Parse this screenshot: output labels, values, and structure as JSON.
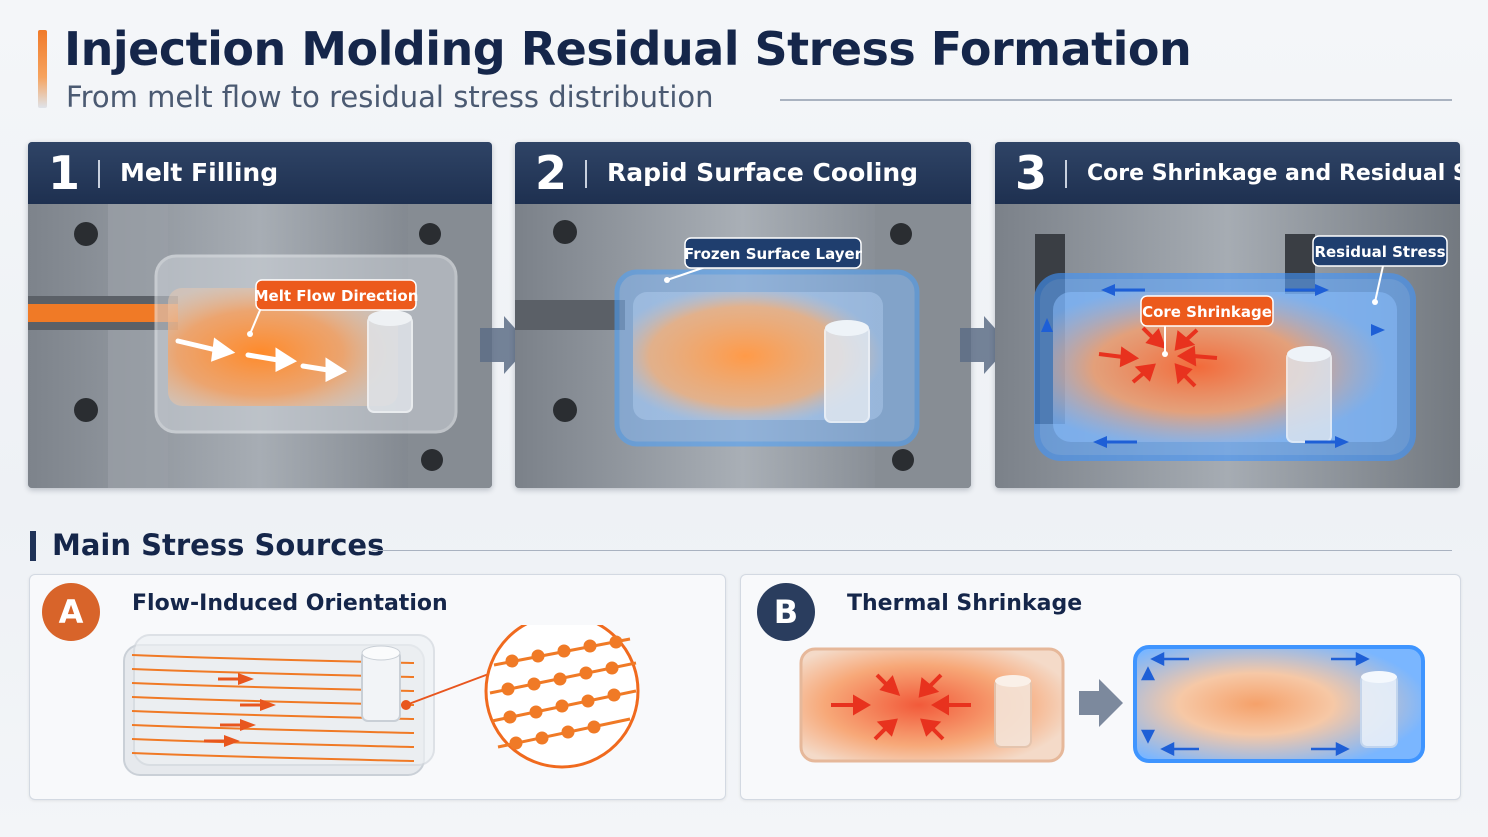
{
  "header": {
    "title": "Injection Molding Residual Stress Formation",
    "subtitle": "From melt flow to residual stress distribution"
  },
  "steps": [
    {
      "number": "1",
      "label": "Melt Filling",
      "callout": "Melt Flow Direction"
    },
    {
      "number": "2",
      "label": "Rapid Surface Cooling",
      "callout": "Frozen Surface Layer"
    },
    {
      "number": "3",
      "label": "Core Shrinkage and Residual Stress",
      "callouts": [
        "Residual Stress",
        "Core Shrinkage"
      ]
    }
  ],
  "section": {
    "title": "Main Stress Sources"
  },
  "sources": [
    {
      "badge": "A",
      "label": "Flow-Induced Orientation"
    },
    {
      "badge": "B",
      "label": "Thermal Shrinkage"
    }
  ],
  "colors": {
    "navy": "#1f3257",
    "melt_orange": "#f06a1e",
    "cool_blue": "#3b8cf0",
    "badge_a": "#d8642a",
    "badge_b": "#2a3d5e"
  }
}
